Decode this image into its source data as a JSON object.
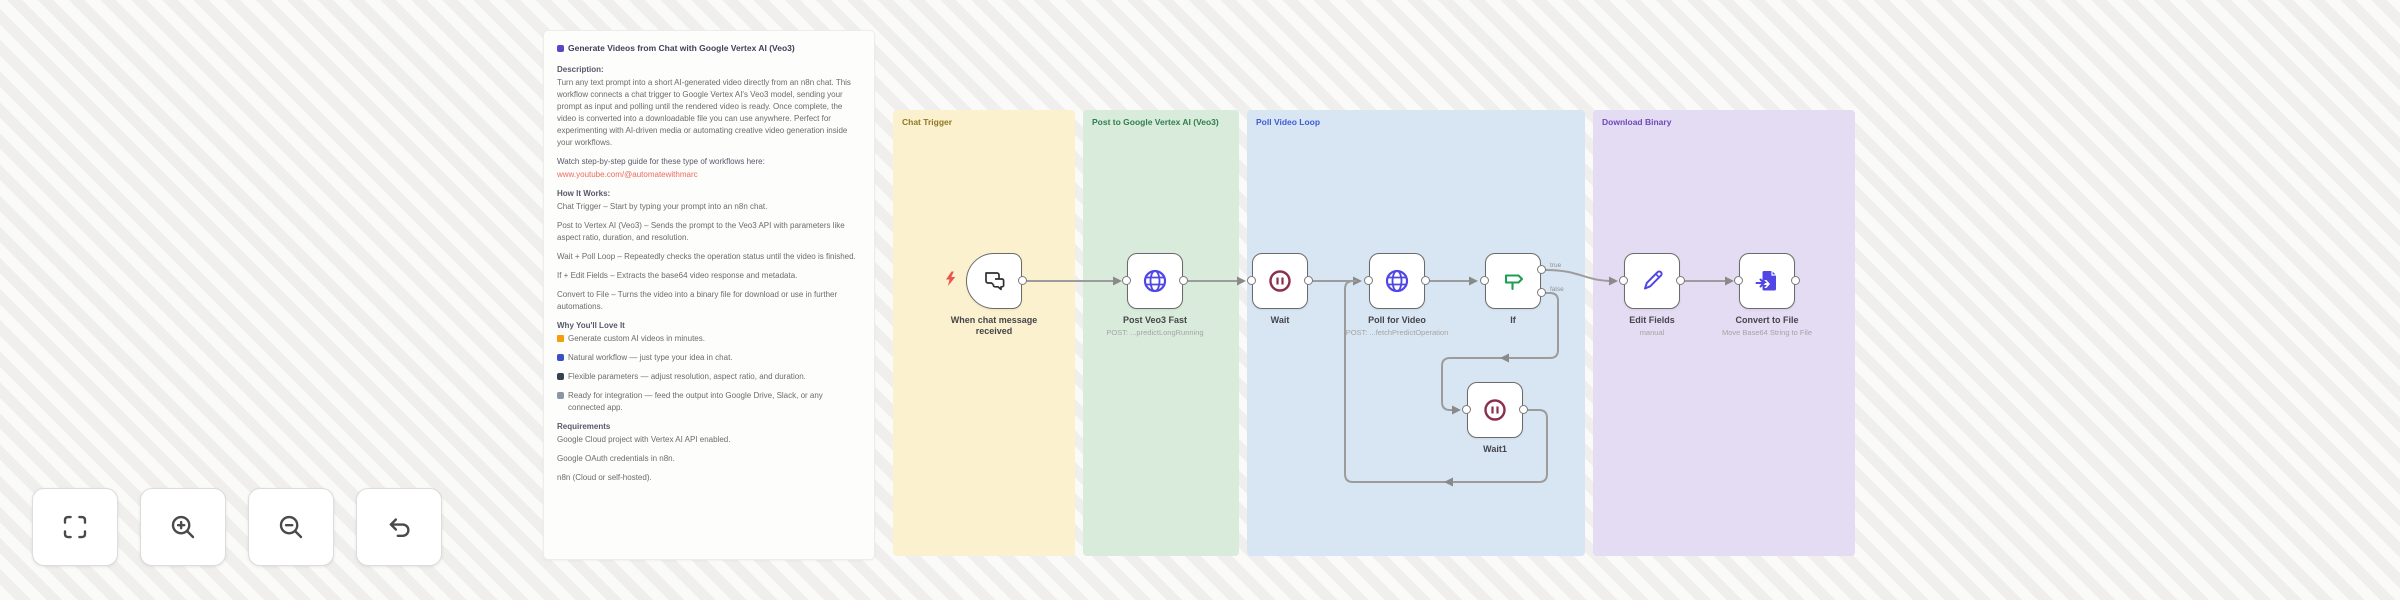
{
  "colors": {
    "canvas_bg": "#f5f4f2",
    "note_bg": "#fdfdfc",
    "link": "#ed6a5e",
    "section_chat_bg": "#fbf1cf",
    "section_chat_fg": "#8f7724",
    "section_post_bg": "#d9ecdb",
    "section_post_fg": "#2f7d4f",
    "section_poll_bg": "#d8e6f3",
    "section_poll_fg": "#3f5bd6",
    "section_download_bg": "#e3dcf3",
    "section_download_fg": "#6f48b8",
    "node_border": "#6b6b6b",
    "wire": "#9c9c9c",
    "wait_icon": "#8c2f4f",
    "http_icon": "#4f46e5",
    "if_icon": "#1f9d55",
    "trigger_bolt": "#e9554d"
  },
  "note": {
    "title_icon": "clapperboard-icon",
    "title": "Generate Videos from Chat with Google Vertex AI (Veo3)",
    "description_label": "Description:",
    "description": "Turn any text prompt into a short AI-generated video directly from an n8n chat. This workflow connects a chat trigger to Google Vertex AI's Veo3 model, sending your prompt as input and polling until the rendered video is ready. Once complete, the video is converted into a downloadable file you can use anywhere. Perfect for experimenting with AI-driven media or automating creative video generation inside your workflows.",
    "guide_label": "Watch step-by-step guide for these type of workflows here:",
    "guide_link": "www.youtube.com/@automatewithmarc",
    "how_label": "How It Works:",
    "how_items": [
      "Chat Trigger – Start by typing your prompt into an n8n chat.",
      "Post to Vertex AI (Veo3) – Sends the prompt to the Veo3 API with parameters like aspect ratio, duration, and resolution.",
      "Wait + Poll Loop – Repeatedly checks the operation status until the video is finished.",
      "If + Edit Fields – Extracts the base64 video response and metadata.",
      "Convert to File – Turns the video into a binary file for download or use in further automations."
    ],
    "love_label": "Why You'll Love It",
    "love_items": [
      {
        "icon": "lightning-icon",
        "text": "Generate custom AI videos in minutes."
      },
      {
        "icon": "chat-icon",
        "text": "Natural workflow — just type your idea in chat."
      },
      {
        "icon": "sliders-icon",
        "text": "Flexible parameters — adjust resolution, aspect ratio, and duration."
      },
      {
        "icon": "link-icon",
        "text": "Ready for integration — feed the output into Google Drive, Slack, or any connected app."
      }
    ],
    "requirements_label": "Requirements",
    "requirements": [
      "Google Cloud project with Vertex AI API enabled.",
      "Google OAuth credentials in n8n.",
      "n8n (Cloud or self-hosted)."
    ]
  },
  "sections": {
    "chat": "Chat Trigger",
    "post": "Post to Google Vertex AI (Veo3)",
    "poll": "Poll Video Loop",
    "download": "Download Binary"
  },
  "nodes": {
    "trigger": {
      "name": "When chat message received"
    },
    "post": {
      "name": "Post Veo3 Fast",
      "subtitle": "POST: ...predictLongRunning"
    },
    "wait": {
      "name": "Wait"
    },
    "poll": {
      "name": "Poll for Video",
      "subtitle": "POST: ...fetchPredictOperation"
    },
    "if_node": {
      "name": "If",
      "outputs": [
        "true",
        "false"
      ]
    },
    "wait1": {
      "name": "Wait1"
    },
    "edit": {
      "name": "Edit Fields",
      "subtitle": "manual"
    },
    "convert": {
      "name": "Convert to File",
      "subtitle": "Move Base64 String to File"
    }
  },
  "controls": [
    {
      "name": "zoom-to-fit"
    },
    {
      "name": "zoom-in"
    },
    {
      "name": "zoom-out"
    },
    {
      "name": "reset-zoom"
    }
  ]
}
